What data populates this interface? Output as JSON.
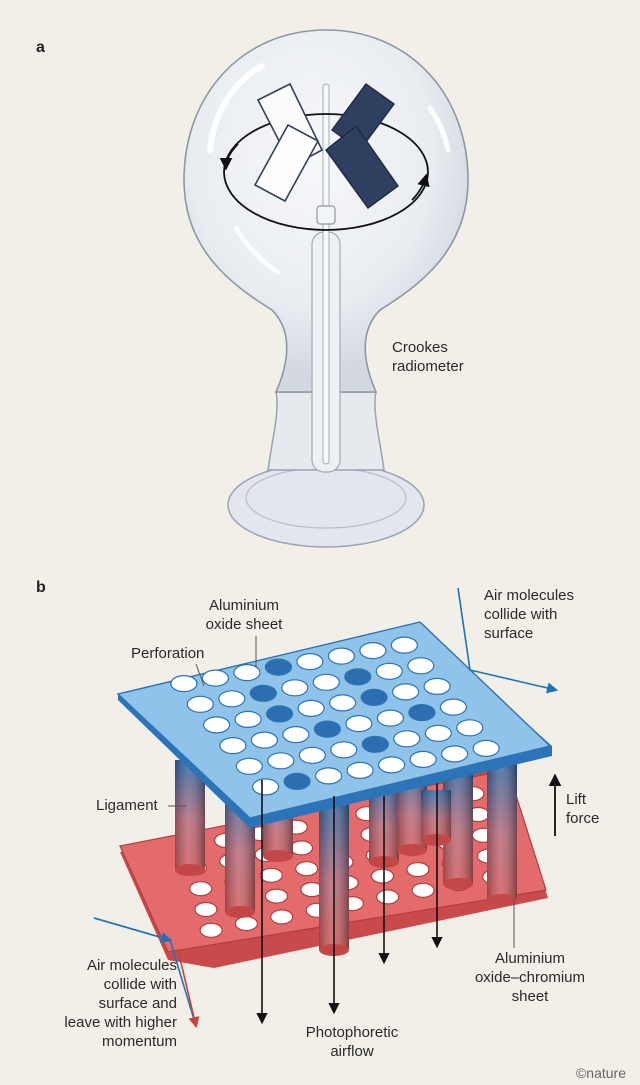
{
  "panel_a": {
    "letter": "a",
    "label_line1": "Crookes",
    "label_line2": "radiometer"
  },
  "panel_b": {
    "letter": "b",
    "top_sheet_line1": "Aluminium",
    "top_sheet_line2": "oxide sheet",
    "perforation": "Perforation",
    "ligament": "Ligament",
    "air_top_line1": "Air molecules",
    "air_top_line2": "collide with",
    "air_top_line3": "surface",
    "lift_line1": "Lift",
    "lift_line2": "force",
    "air_bottom_line1": "Air molecules",
    "air_bottom_line2": "collide with",
    "air_bottom_line3": "surface and",
    "air_bottom_line4": "leave with higher",
    "air_bottom_line5": "momentum",
    "bottom_sheet_line1": "Aluminium",
    "bottom_sheet_line2": "oxide–chromium",
    "bottom_sheet_line3": "sheet",
    "airflow_line1": "Photophoretic",
    "airflow_line2": "airflow"
  },
  "credit": "©nature",
  "colors": {
    "background": "#f2efe8",
    "top_sheet": "#8fc3ea",
    "bottom_sheet": "#e46b6b",
    "vane_dark": "#2e3f5f",
    "arrow_blue": "#1f73b7",
    "arrow_red": "#c9413f"
  }
}
